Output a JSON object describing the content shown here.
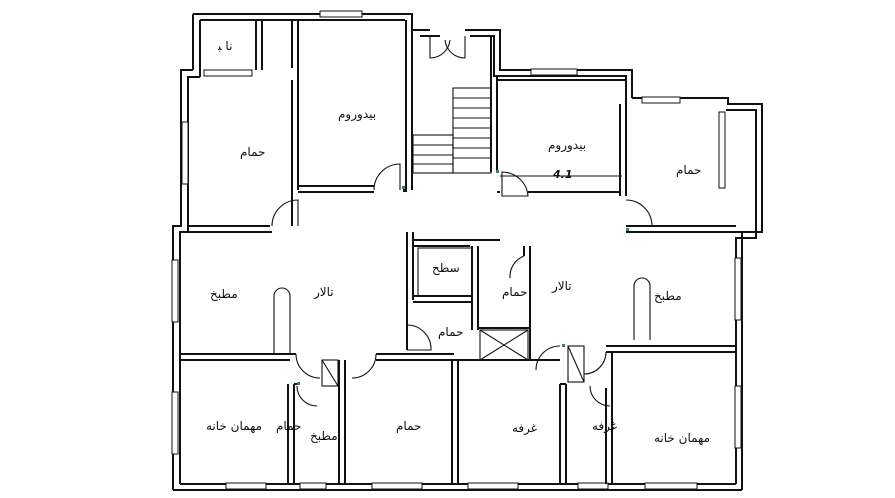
{
  "labels": {
    "room_a": "ﻧﺎ ﺒ",
    "room_b": "ﺑﯿﺪﻭﺭﻭﻡ",
    "room_c": "ﺣﻤﺎﻡ",
    "room_d": "ﺑﯿﺪﻭﺭﻭﻡ",
    "room_e": "ﺣﻤﺎﻡ",
    "dimension": "4.1",
    "room_f": "ﺳﻄﺢ",
    "room_g": "ﻣﻄﺒﺦ",
    "room_h": "ﺗﺎﻻﺭ",
    "room_i": "ﺣﻤﺎﻡ",
    "room_j": "ﻣﻄﺒﺦ",
    "room_k": "ﺗﺎﻻﺭ",
    "room_l": "ﺣﻤﺎﻡ",
    "room_m": "ﻣﻄﺒﺦ",
    "room_n": "ﻣﻬﻤﺎﻥ ﺧﺎﻧﻪ",
    "room_o": "ﺣﻤﺎﻡ",
    "room_p": "ﻏﺮﻓﻪ",
    "room_q": "ﻏﺮﻓﻪ",
    "room_r": "ﺣﻤﺎﻡ",
    "room_s": "ﻣﻬﻤﺎﻥ ﺧﺎﻧﻪ"
  }
}
